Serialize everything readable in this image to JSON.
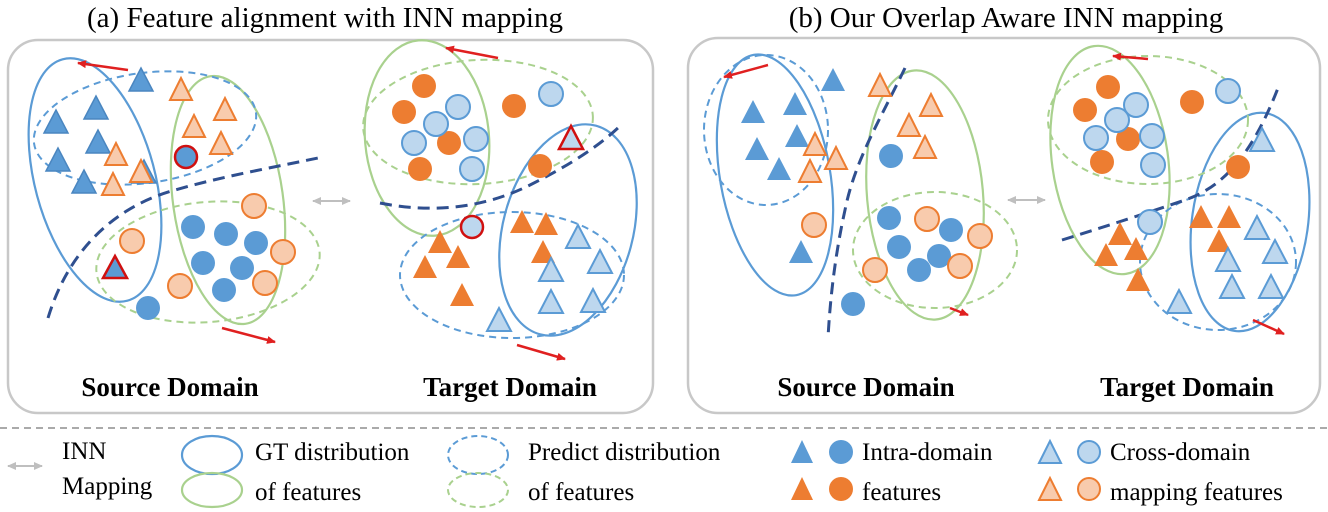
{
  "panels": [
    {
      "title": "(a) Feature alignment with INN mapping",
      "source_label": "Source Domain",
      "target_label": "Target Domain"
    },
    {
      "title": "(b) Our Overlap Aware INN mapping",
      "source_label": "Source Domain",
      "target_label": "Target Domain"
    }
  ],
  "legend": {
    "inn": [
      "INN",
      "Mapping"
    ],
    "gt": [
      "GT distribution",
      "of features"
    ],
    "predict": [
      "Predict distribution",
      "of features"
    ],
    "intra": [
      "Intra-domain",
      "features"
    ],
    "cross": [
      "Cross-domain",
      "mapping features"
    ]
  },
  "colors": {
    "blue_solid": "#5b9bd5",
    "blue_dark": "#3a78b5",
    "orange_solid": "#ed7d31",
    "blue_light": "#bdd7ee",
    "orange_light": "#f8cbad",
    "gt_blue": "#5b9bd5",
    "gt_green": "#a9d18e",
    "boundary": "#2f4f8f",
    "arrow_red": "#e02020",
    "highlight_red": "#d01010",
    "mapping_gray": "#bfbfbf"
  }
}
